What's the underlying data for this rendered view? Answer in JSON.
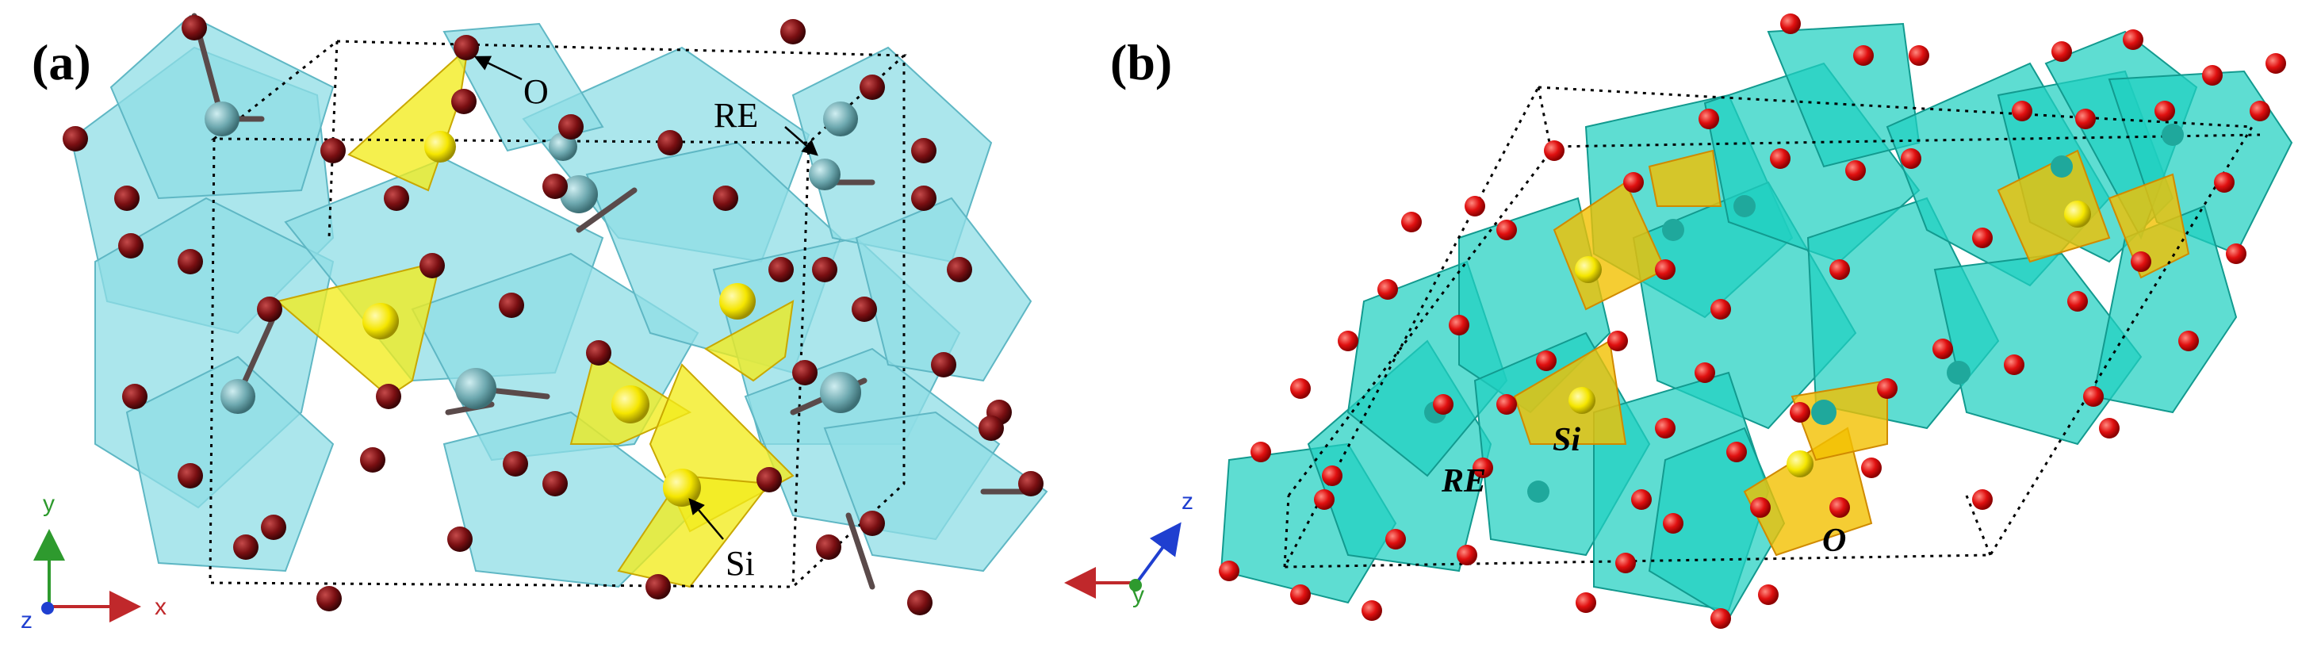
{
  "panels": [
    {
      "label": "(a)",
      "atom_labels": {
        "oxygen": "O",
        "rare_earth": "RE",
        "silicon": "Si"
      },
      "axes": {
        "vertical": "y",
        "horizontal": "x",
        "out_of_plane": "z"
      }
    },
    {
      "label": "(b)",
      "atom_labels": {
        "oxygen": "O",
        "rare_earth": "RE",
        "silicon": "Si"
      },
      "axes": {
        "vertical": "z",
        "out_of_plane": "y"
      }
    }
  ],
  "colors": {
    "panel_a_polyhedra": "#8fdde6",
    "panel_a_polyhedra_edge": "#5fb7c4",
    "panel_a_oxygen": "#7a0f12",
    "panel_a_re_atom": "#6ea9b0",
    "panel_b_polyhedra": "#20d0c0",
    "panel_b_polyhedra_edge": "#129a8f",
    "panel_b_oxygen": "#e01010",
    "si_tetrahedra": "#f2ec1c",
    "si_atom": "#f5e600",
    "axis_x": "#c0282b",
    "axis_y": "#2e9a2e",
    "axis_z": "#1f3fd0"
  },
  "icons": [
    "polyhedral-crystal-structure-icon",
    "axis-triad-icon"
  ]
}
